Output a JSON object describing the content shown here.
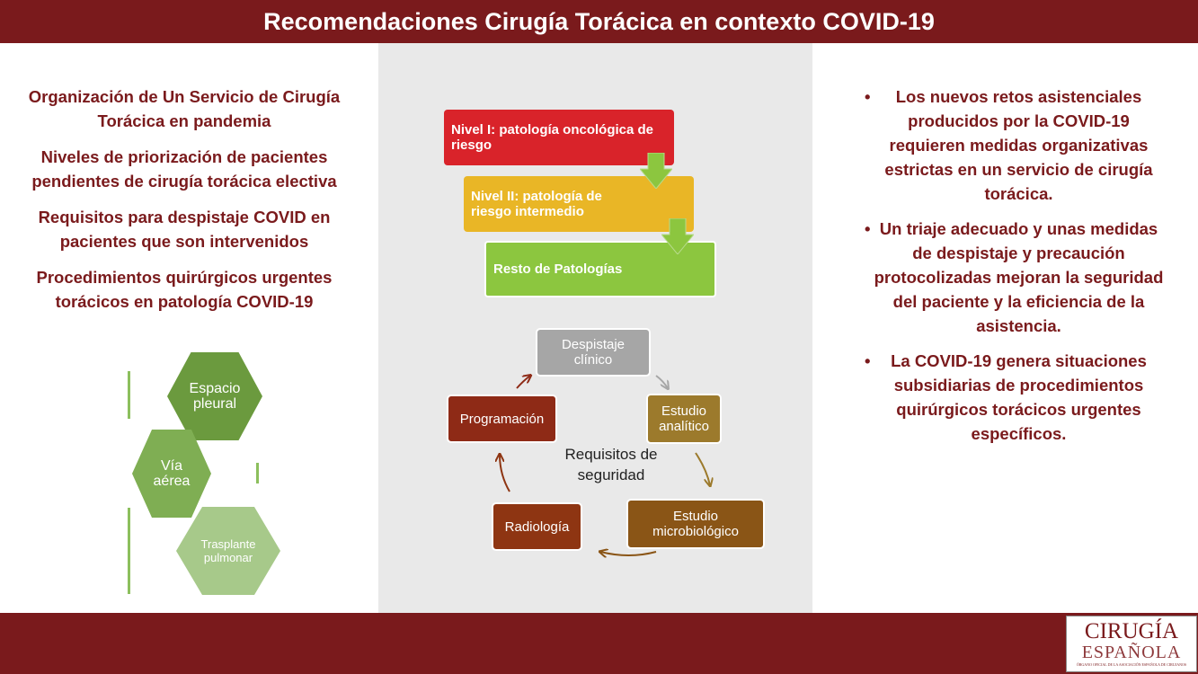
{
  "header": {
    "title": "Recomendaciones Cirugía Torácica en contexto COVID-19"
  },
  "left_topics": [
    "Organización de Un Servicio de Cirugía Torácica en pandemia",
    "Niveles de priorización de pacientes pendientes de cirugía torácica electiva",
    "Requisitos para despistaje COVID en pacientes que son intervenidos",
    "Procedimientos quirúrgicos urgentes torácicos en patología COVID-19"
  ],
  "hexagons": [
    {
      "label": "Espacio pleural",
      "color": "#6b9a3e"
    },
    {
      "label": "Vía aérea",
      "color": "#7fae53"
    },
    {
      "label": "Trasplante pulmonar",
      "color": "#a7c98a"
    }
  ],
  "priority_levels": [
    {
      "label": "Nivel I: patología oncológica de riesgo",
      "color": "#d9232a"
    },
    {
      "label": "Nivel II: patología de riesgo intermedio",
      "color": "#e9b626"
    },
    {
      "label": "Resto de Patologías",
      "color": "#8cc63f"
    }
  ],
  "cycle": {
    "center_label": "Requisitos de seguridad",
    "steps": [
      {
        "label": "Despistaje clínico",
        "color": "#a6a6a6"
      },
      {
        "label": "Estudio analítico",
        "color": "#9c7a2c"
      },
      {
        "label": "Estudio microbiológico",
        "color": "#8a5516"
      },
      {
        "label": "Radiología",
        "color": "#8e3512"
      },
      {
        "label": "Programación",
        "color": "#8e2a16"
      }
    ]
  },
  "key_points": [
    "Los nuevos retos asistenciales producidos por la COVID-19 requieren medidas organizativas estrictas en un servicio de cirugía torácica.",
    "Un triaje adecuado y unas medidas de despistaje y precaución protocolizadas mejoran la seguridad del paciente y la eficiencia de la asistencia.",
    "La COVID-19 genera situaciones subsidiarias de procedimientos quirúrgicos torácicos urgentes específicos."
  ],
  "bullet_char": "•",
  "logo": {
    "line1": "CIRUGÍA",
    "line2": "ESPAÑOLA",
    "line3": "ÓRGANO OFICIAL DE LA ASOCIACIÓN ESPAÑOLA DE CIRUJANOS"
  },
  "colors": {
    "brand": "#7a1a1c",
    "panel": "#e9e9e9"
  }
}
